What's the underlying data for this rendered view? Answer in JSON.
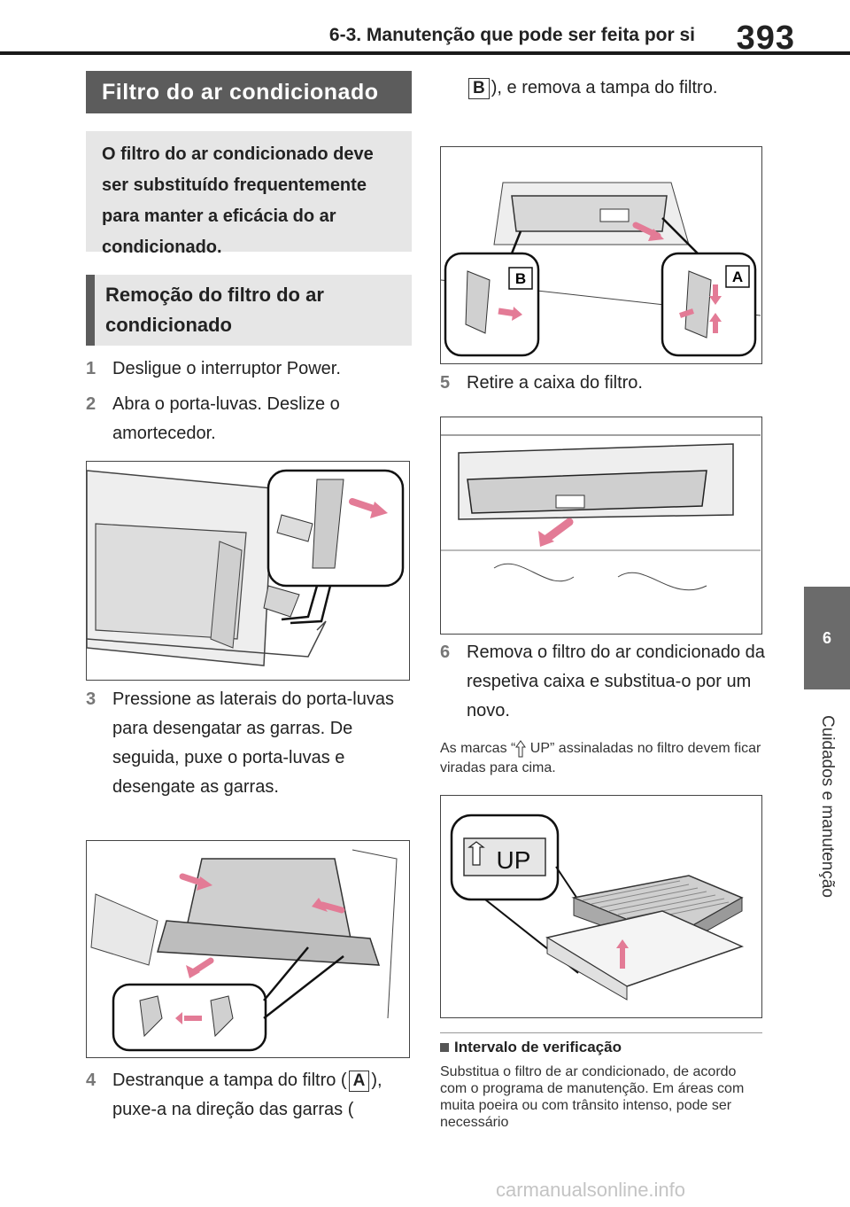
{
  "header": {
    "section_title": "6-3. Manutenção que pode ser feita por si",
    "page_number": "393"
  },
  "side_tab": {
    "chapter_number": "6",
    "chapter_label": "Cuidados e manutenção"
  },
  "main_title": "Filtro do ar condicionado",
  "intro": "O filtro do ar condicionado deve ser substituído frequentemente para manter a eficácia do ar condicionado.",
  "subheading": "Remoção do filtro do ar condicionado",
  "steps": [
    {
      "num": "1",
      "text": "Desligue o interruptor Power."
    },
    {
      "num": "2",
      "text": "Abra o porta-luvas. Deslize o amortecedor."
    },
    {
      "num": "3",
      "text": "Pressione as laterais do porta-luvas para desengatar as garras. De seguida, puxe o porta-luvas e desengate as garras."
    },
    {
      "num": "4",
      "text_before": "Destranque a tampa do filtro (",
      "key": "A",
      "text_after": "), puxe-a na direção das garras (",
      "key2": "B",
      "text_end": "), e remova a tampa do filtro."
    },
    {
      "num": "5",
      "text": "Retire a caixa do filtro."
    },
    {
      "num": "6",
      "text": "Remova o filtro do ar condicionado da respetiva caixa e substitua-o por um novo."
    }
  ],
  "note": {
    "before": "As marcas “",
    "after": " UP” assinaladas no filtro devem ficar viradas para cima."
  },
  "figure_labels": {
    "label_a": "A",
    "label_b": "B",
    "up_mark": "UP"
  },
  "check": {
    "heading": "Intervalo de verificação",
    "body": "Substitua o filtro de ar condicionado, de acordo com o programa de manutenção. Em áreas com muita poeira ou com trânsito intenso, pode ser necessário"
  },
  "watermark": "carmanualsonline.info"
}
